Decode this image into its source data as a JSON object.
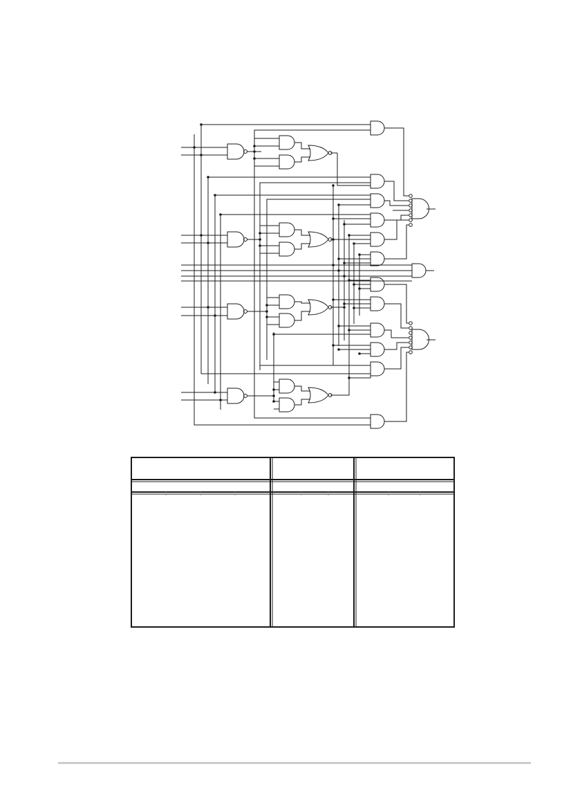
{
  "page": {
    "background": "#ffffff",
    "line_color": "#1a1a1a",
    "footer_rule_color": "#cccccc"
  },
  "schematic": {
    "input_lines": 12,
    "outputs": 3,
    "stages": [
      {
        "nand": 1,
        "and": 2,
        "nor": 1
      },
      {
        "nand": 1,
        "and": 2,
        "nor": 1
      },
      {
        "nand": 1,
        "and": 2,
        "nor": 1
      },
      {
        "nand": 1,
        "and": 2,
        "nor": 1
      }
    ],
    "decode_and_gates": 12,
    "output_gates": [
      "and-with-inverted-inputs",
      "and",
      "and-with-inverted-inputs"
    ]
  },
  "truth_table": {
    "columns": 3,
    "header_rows": 2,
    "body_rows": 0
  }
}
